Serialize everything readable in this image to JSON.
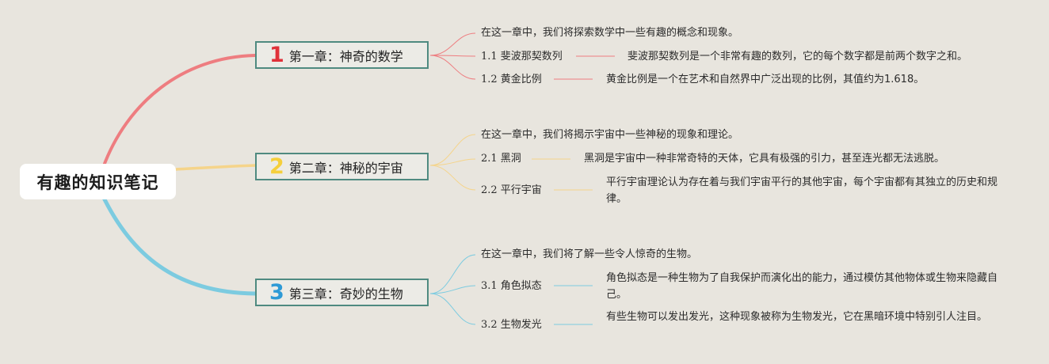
{
  "root": {
    "title": "有趣的知识笔记"
  },
  "chapters": [
    {
      "number": "1",
      "title": "第一章：神奇的数学",
      "color": "#e0323a",
      "link_color": "#ee7d80",
      "intro": "在这一章中，我们将探索数学中一些有趣的概念和现象。",
      "sections": [
        {
          "label": "1.1 斐波那契数列",
          "desc": "斐波那契数列是一个非常有趣的数列，它的每个数字都是前两个数字之和。"
        },
        {
          "label": "1.2 黄金比例",
          "desc": "黄金比例是一个在艺术和自然界中广泛出现的比例，其值约为1.618。"
        }
      ]
    },
    {
      "number": "2",
      "title": "第二章：神秘的宇宙",
      "color": "#f5cf3c",
      "link_color": "#f5d48a",
      "intro": "在这一章中，我们将揭示宇宙中一些神秘的现象和理论。",
      "sections": [
        {
          "label": "2.1 黑洞",
          "desc": "黑洞是宇宙中一种非常奇特的天体，它具有极强的引力，甚至连光都无法逃脱。"
        },
        {
          "label": "2.2 平行宇宙",
          "desc": "平行宇宙理论认为存在着与我们宇宙平行的其他宇宙，每个宇宙都有其独立的历史和规律。"
        }
      ]
    },
    {
      "number": "3",
      "title": "第三章：奇妙的生物",
      "color": "#2e9ad6",
      "link_color": "#7ccbe0",
      "intro": "在这一章中，我们将了解一些令人惊奇的生物。",
      "sections": [
        {
          "label": "3.1 角色拟态",
          "desc": "角色拟态是一种生物为了自我保护而演化出的能力，通过模仿其他物体或生物来隐藏自己。"
        },
        {
          "label": "3.2 生物发光",
          "desc": "有些生物可以发出发光，这种现象被称为生物发光，它在黑暗环境中特别引人注目。"
        }
      ]
    }
  ]
}
